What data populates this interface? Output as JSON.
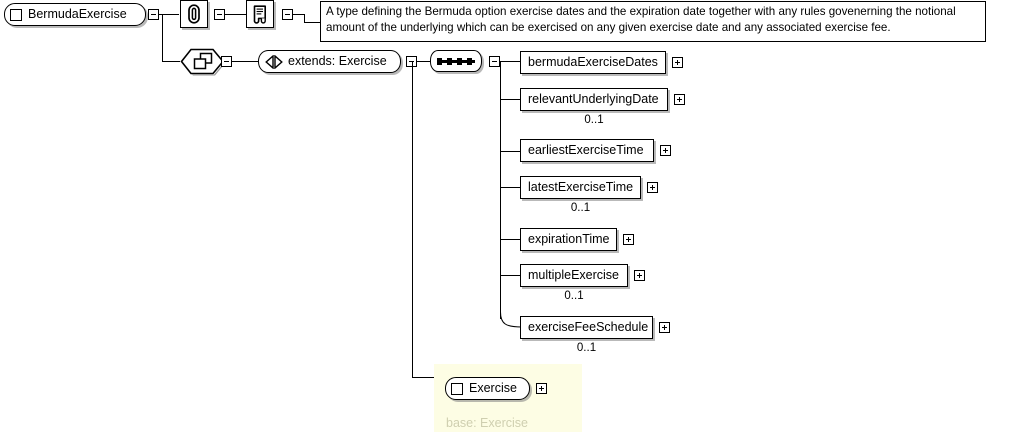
{
  "diagram": {
    "kind": "xsd-complextype-diagram",
    "root": {
      "label": "BermudaExercise",
      "icon": "schema-type-square-icon",
      "toggle": "collapse-minus"
    },
    "annotation": {
      "annotation_icon": "paperclip-annotation-icon",
      "documentation_icon": "documentation-scroll-icon",
      "toggle_after_annotation": "collapse-minus",
      "toggle_after_documentation": "collapse-minus",
      "documentation_text": "A type defining the Bermuda option exercise dates and the expiration date together with any rules govenerning the notional amount of the underlying which can be exercised on any given exercise date and any associated exercise fee."
    },
    "derivation": {
      "icon": "complex-content-derivation-icon",
      "toggle": "collapse-minus"
    },
    "extension": {
      "label": "extends: Exercise",
      "icon": "extension-triangles-icon",
      "toggle": "collapse-minus"
    },
    "compositor": {
      "type": "sequence",
      "icon": "sequence-compositor-icon",
      "toggle": "collapse-minus"
    },
    "elements": [
      {
        "label": "bermudaExerciseDates",
        "toggle": "expand-plus",
        "occurrence": ""
      },
      {
        "label": "relevantUnderlyingDate",
        "toggle": "expand-plus",
        "occurrence": "0..1"
      },
      {
        "label": "earliestExerciseTime",
        "toggle": "expand-plus",
        "occurrence": ""
      },
      {
        "label": "latestExerciseTime",
        "toggle": "expand-plus",
        "occurrence": "0..1"
      },
      {
        "label": "expirationTime",
        "toggle": "expand-plus",
        "occurrence": ""
      },
      {
        "label": "multipleExercise",
        "toggle": "expand-plus",
        "occurrence": "0..1"
      },
      {
        "label": "exerciseFeeSchedule",
        "toggle": "expand-plus",
        "occurrence": "0..1"
      }
    ],
    "base_group": {
      "node_label": "Exercise",
      "node_icon": "schema-type-square-icon",
      "toggle": "expand-plus",
      "caption": "base: Exercise"
    },
    "colors": {
      "line": "#000000",
      "node_fill": "#ffffff",
      "shadow": "#808080",
      "base_panel_fill": "#fdfde4",
      "base_caption_text": "#cfcfb0"
    }
  }
}
